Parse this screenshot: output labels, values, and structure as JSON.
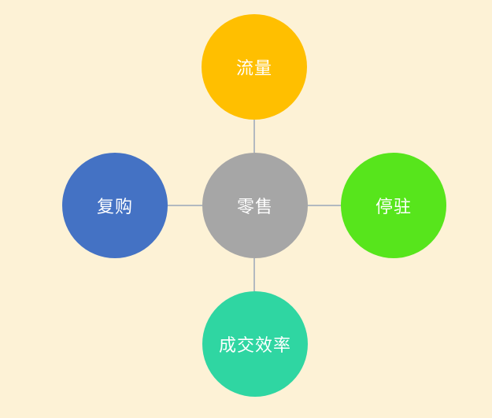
{
  "diagram": {
    "center": {
      "label": "零售",
      "color": "#a6a6a6"
    },
    "top": {
      "label": "流量",
      "color": "#ffbf00"
    },
    "left": {
      "label": "复购",
      "color": "#4472c4"
    },
    "right": {
      "label": "停驻",
      "color": "#57e51c"
    },
    "bottom": {
      "label": "成交效率",
      "color": "#2fd6a2"
    },
    "connector_color": "#9aa6b8"
  }
}
